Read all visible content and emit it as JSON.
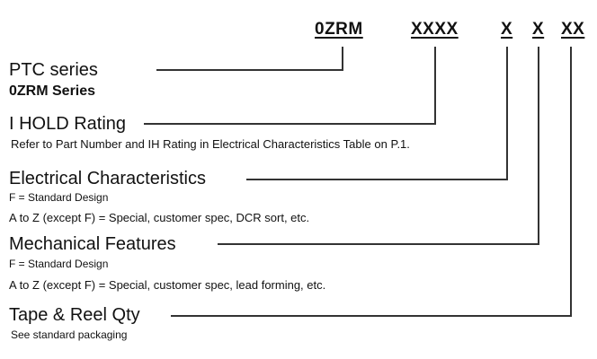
{
  "part_number": {
    "prefix": "0ZRM",
    "hold_code": "XXXX",
    "electrical_code": "X",
    "mechanical_code": "X",
    "packaging_code": "XX"
  },
  "sections": {
    "ptc": {
      "title": "PTC series",
      "subtitle": "0ZRM Series"
    },
    "ihold": {
      "title": "I HOLD Rating",
      "note": "Refer to Part Number and IH Rating in Electrical Characteristics Table on P.1."
    },
    "electrical": {
      "title": "Electrical Characteristics",
      "line1": "F = Standard Design",
      "line2": "A to Z (except F) = Special, customer spec, DCR sort, etc."
    },
    "mechanical": {
      "title": "Mechanical Features",
      "line1": "F = Standard Design",
      "line2": "A to Z (except F) = Special, customer spec, lead forming, etc."
    },
    "packaging": {
      "title": "Tape & Reel Qty",
      "note": "See standard packaging"
    }
  }
}
